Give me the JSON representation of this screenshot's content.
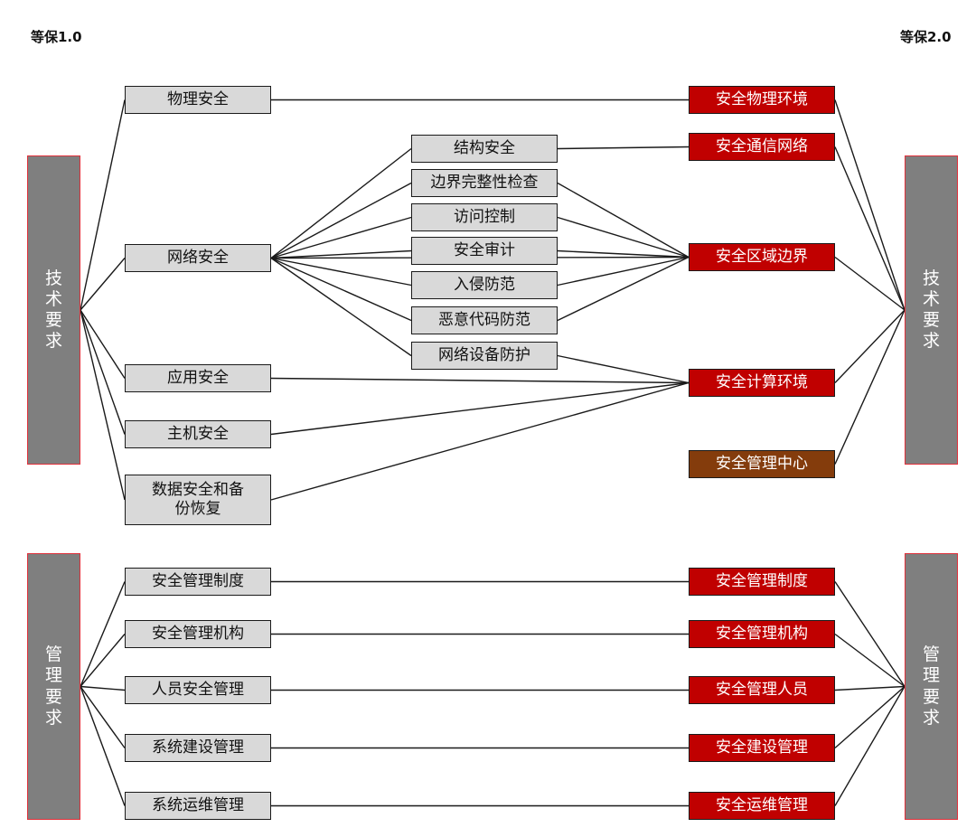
{
  "headers": {
    "left": "等保1.0",
    "right": "等保2.0"
  },
  "categories": {
    "left_tech": "技术要求",
    "left_mgmt": "管理要求",
    "right_tech": "技术要求",
    "right_mgmt": "管理要求"
  },
  "v1": {
    "physical": "物理安全",
    "network": "网络安全",
    "application": "应用安全",
    "host": "主机安全",
    "data": "数据安全和备份恢复",
    "mgmt_policy": "安全管理制度",
    "mgmt_org": "安全管理机构",
    "personnel": "人员安全管理",
    "construction": "系统建设管理",
    "operations": "系统运维管理"
  },
  "network_sub": {
    "structure": "结构安全",
    "boundary_check": "边界完整性检查",
    "access_control": "访问控制",
    "audit": "安全审计",
    "intrusion": "入侵防范",
    "malware": "恶意代码防范",
    "device_protection": "网络设备防护"
  },
  "v2": {
    "physical_env": "安全物理环境",
    "comm_network": "安全通信网络",
    "area_boundary": "安全区域边界",
    "compute_env": "安全计算环境",
    "mgmt_center": "安全管理中心",
    "mgmt_policy": "安全管理制度",
    "mgmt_org": "安全管理机构",
    "mgmt_personnel": "安全管理人员",
    "construction": "安全建设管理",
    "operations": "安全运维管理"
  },
  "colors": {
    "v2_box": "#c00000",
    "mgmt_center_box": "#843c0c",
    "v1_box": "#d9d9d9",
    "category_bar": "#7f7f7f",
    "category_border": "#e0303a"
  },
  "links": [
    [
      "cat-left-tech",
      "v1-physical"
    ],
    [
      "cat-left-tech",
      "v1-network"
    ],
    [
      "cat-left-tech",
      "v1-application"
    ],
    [
      "cat-left-tech",
      "v1-host"
    ],
    [
      "cat-left-tech",
      "v1-data"
    ],
    [
      "cat-left-mgmt",
      "v1-mgmt-policy"
    ],
    [
      "cat-left-mgmt",
      "v1-mgmt-org"
    ],
    [
      "cat-left-mgmt",
      "v1-personnel"
    ],
    [
      "cat-left-mgmt",
      "v1-construction"
    ],
    [
      "cat-left-mgmt",
      "v1-operations"
    ],
    [
      "v1-network",
      "sub-structure"
    ],
    [
      "v1-network",
      "sub-boundary-check"
    ],
    [
      "v1-network",
      "sub-access-control"
    ],
    [
      "v1-network",
      "sub-audit"
    ],
    [
      "v1-network",
      "sub-intrusion"
    ],
    [
      "v1-network",
      "sub-malware"
    ],
    [
      "v1-network",
      "sub-device-protection"
    ],
    [
      "v1-physical",
      "v2-physical-env"
    ],
    [
      "sub-structure",
      "v2-comm-network"
    ],
    [
      "sub-boundary-check",
      "v2-area-boundary"
    ],
    [
      "sub-access-control",
      "v2-area-boundary"
    ],
    [
      "sub-audit",
      "v2-area-boundary"
    ],
    [
      "sub-intrusion",
      "v2-area-boundary"
    ],
    [
      "sub-malware",
      "v2-area-boundary"
    ],
    [
      "sub-device-protection",
      "v2-compute-env"
    ],
    [
      "v1-network",
      "v2-area-boundary"
    ],
    [
      "v1-application",
      "v2-compute-env"
    ],
    [
      "v1-host",
      "v2-compute-env"
    ],
    [
      "v1-data",
      "v2-compute-env"
    ],
    [
      "v1-mgmt-policy",
      "v2-mgmt-policy"
    ],
    [
      "v1-mgmt-org",
      "v2-mgmt-org"
    ],
    [
      "v1-personnel",
      "v2-mgmt-personnel"
    ],
    [
      "v1-construction",
      "v2-construction"
    ],
    [
      "v1-operations",
      "v2-operations"
    ],
    [
      "v2-physical-env",
      "cat-right-tech"
    ],
    [
      "v2-comm-network",
      "cat-right-tech"
    ],
    [
      "v2-area-boundary",
      "cat-right-tech"
    ],
    [
      "v2-compute-env",
      "cat-right-tech"
    ],
    [
      "v2-mgmt-center",
      "cat-right-tech"
    ],
    [
      "v2-mgmt-policy",
      "cat-right-mgmt"
    ],
    [
      "v2-mgmt-org",
      "cat-right-mgmt"
    ],
    [
      "v2-mgmt-personnel",
      "cat-right-mgmt"
    ],
    [
      "v2-construction",
      "cat-right-mgmt"
    ],
    [
      "v2-operations",
      "cat-right-mgmt"
    ]
  ]
}
